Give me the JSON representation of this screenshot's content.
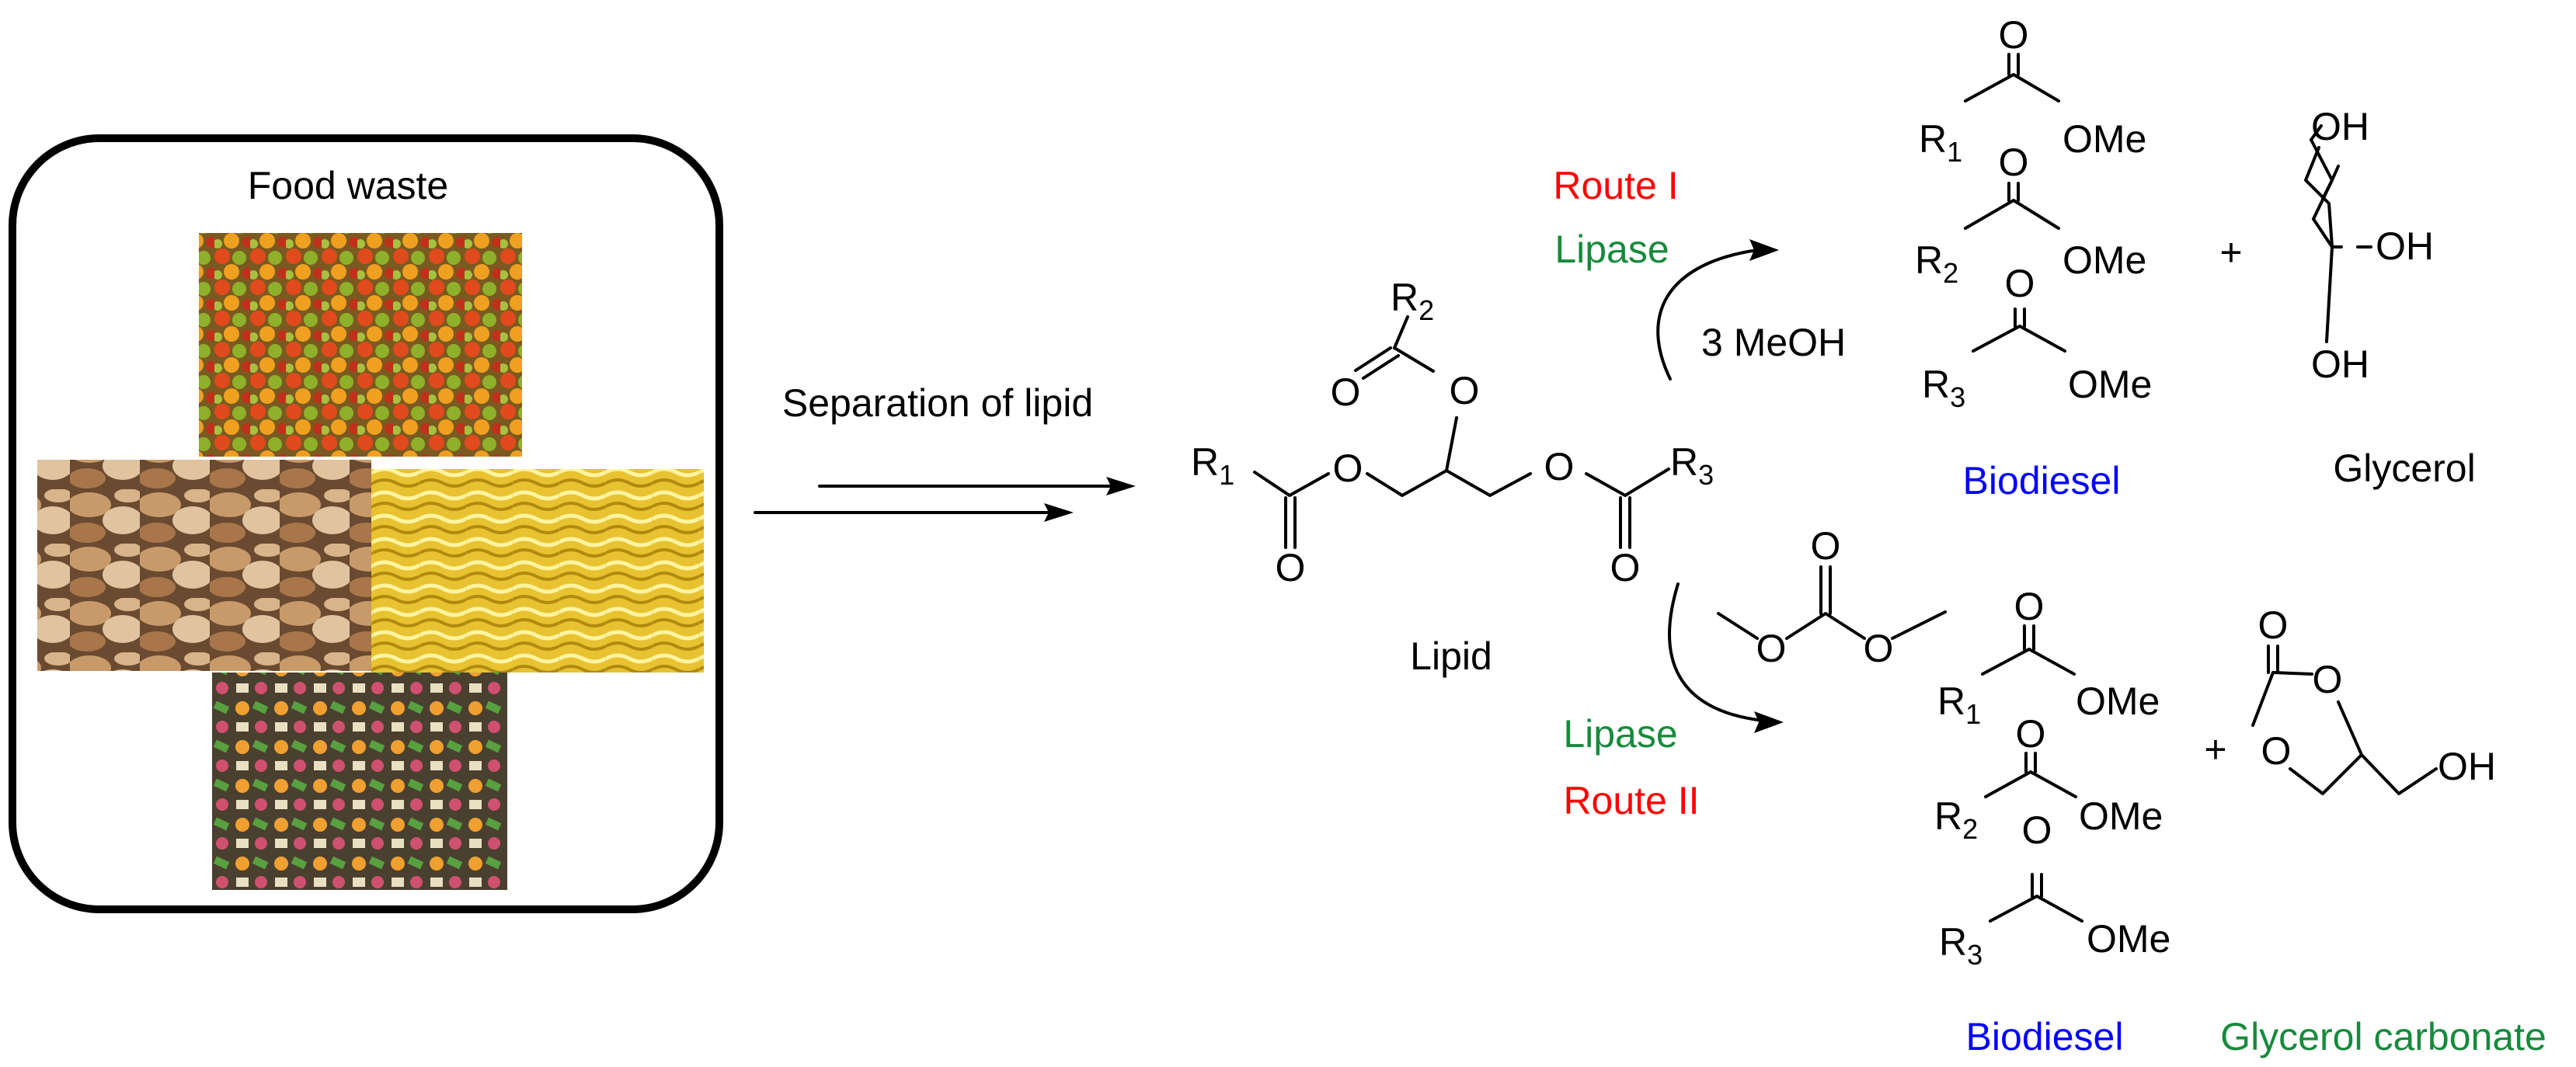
{
  "food_waste": {
    "title": "Food waste",
    "photos": [
      "fruit-vegetable-waste",
      "bread-waste",
      "noodle-waste",
      "mixed-food-waste"
    ]
  },
  "separation": {
    "label": "Separation of lipid"
  },
  "lipid": {
    "name": "Lipid",
    "atom_O": "O",
    "r": "R",
    "sub_1": "1",
    "sub_2": "2",
    "sub_3": "3"
  },
  "route1": {
    "route_label": "Route I",
    "enzyme": "Lipase",
    "reagent": "3 MeOH",
    "ester_group": "OMe",
    "plus": "+",
    "product_label": "Biodiesel",
    "coproduct_label": "Glycerol",
    "glycerol_oh": "OH"
  },
  "route2": {
    "route_label": "Route II",
    "enzyme": "Lipase",
    "ester_group": "OMe",
    "plus": "+",
    "product_label": "Biodiesel",
    "coproduct_label": "Glycerol carbonate",
    "carbonate_oh": "OH"
  },
  "colors": {
    "route": "#ff0000",
    "lipase": "#178a3c",
    "biodiesel": "#0000ff",
    "glycerol_carbonate": "#178a3c",
    "text": "#000000"
  }
}
